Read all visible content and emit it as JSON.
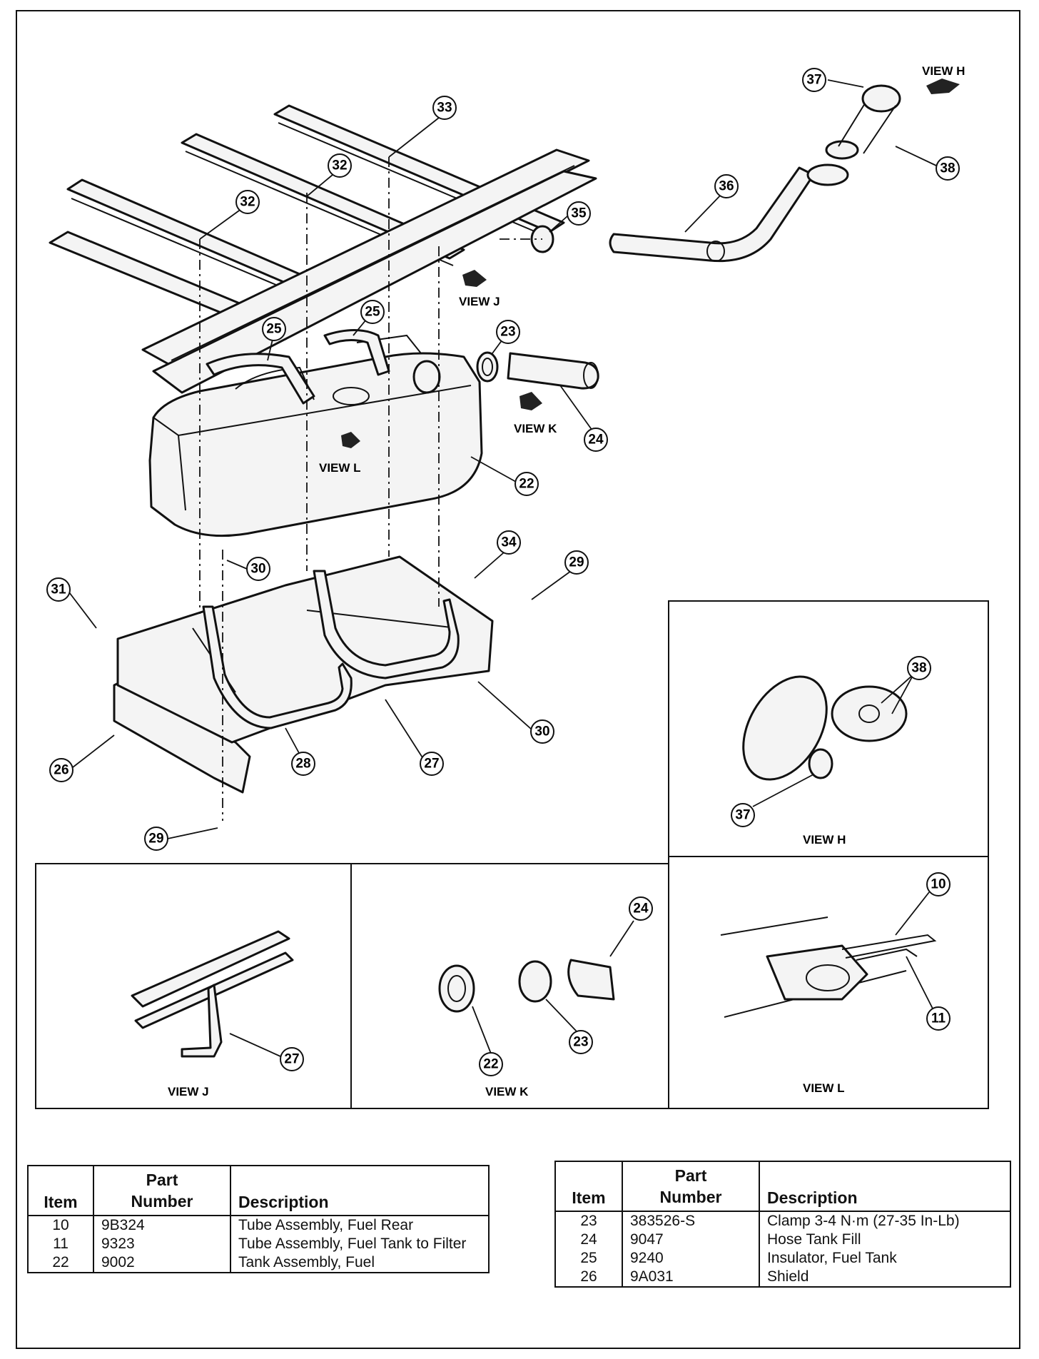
{
  "callouts": {
    "c37": "37",
    "c38": "38",
    "c33": "33",
    "c32a": "32",
    "c32b": "32",
    "c36": "36",
    "c35": "35",
    "c25a": "25",
    "c25b": "25",
    "c23": "23",
    "c24": "24",
    "c22": "22",
    "c34": "34",
    "c29a": "29",
    "c30a": "30",
    "c31": "31",
    "c26": "26",
    "c28": "28",
    "c27": "27",
    "c30b": "30",
    "c29b": "29",
    "vh38": "38",
    "vh37": "37",
    "vj27": "27",
    "vk24": "24",
    "vk23": "23",
    "vk22": "22",
    "vl10": "10",
    "vl11": "11"
  },
  "view_labels": {
    "h_arrow": "VIEW H",
    "j_arrow": "VIEW J",
    "k_arrow": "VIEW K",
    "l_arrow": "VIEW L",
    "h_panel": "VIEW H",
    "j_panel": "VIEW J",
    "k_panel": "VIEW K",
    "l_panel": "VIEW L"
  },
  "table_left": {
    "col_item": "Item",
    "col_part_1": "Part",
    "col_part_2": "Number",
    "col_desc": "Description",
    "rows": [
      {
        "item": "10",
        "part": "9B324",
        "desc": "Tube Assembly, Fuel Rear"
      },
      {
        "item": "11",
        "part": "9323",
        "desc": "Tube Assembly, Fuel Tank to Filter"
      },
      {
        "item": "22",
        "part": "9002",
        "desc": "Tank Assembly, Fuel"
      }
    ]
  },
  "table_right": {
    "col_item": "Item",
    "col_part_1": "Part",
    "col_part_2": "Number",
    "col_desc": "Description",
    "rows": [
      {
        "item": "23",
        "part": "383526-S",
        "desc": "Clamp 3-4 N·m (27-35 In-Lb)"
      },
      {
        "item": "24",
        "part": "9047",
        "desc": "Hose Tank Fill"
      },
      {
        "item": "25",
        "part": "9240",
        "desc": "Insulator, Fuel Tank"
      },
      {
        "item": "26",
        "part": "9A031",
        "desc": "Shield"
      }
    ]
  }
}
